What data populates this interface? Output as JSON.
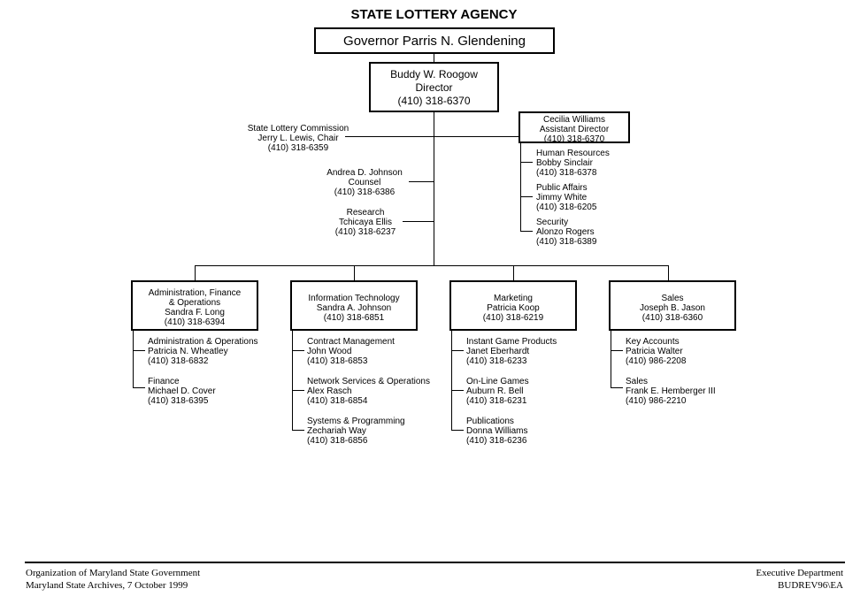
{
  "title": "STATE LOTTERY AGENCY",
  "governor": "Governor Parris N. Glendening",
  "director": {
    "name": "Buddy W. Roogow",
    "role": "Director",
    "phone": "(410) 318-6370"
  },
  "assistant": {
    "name": "Cecilia Williams",
    "role": "Assistant Director",
    "phone": "(410) 318-6370"
  },
  "commission": {
    "name": "State Lottery Commission",
    "person": "Jerry L. Lewis, Chair",
    "phone": "(410) 318-6359"
  },
  "counsel": {
    "name": "Andrea D. Johnson",
    "role": "Counsel",
    "phone": "(410) 318-6386"
  },
  "research": {
    "name": "Research",
    "person": "Tchicaya Ellis",
    "phone": "(410) 318-6237"
  },
  "assistant_units": [
    {
      "name": "Human Resources",
      "person": "Bobby Sinclair",
      "phone": "(410) 318-6378"
    },
    {
      "name": "Public Affairs",
      "person": "Jimmy White",
      "phone": "(410) 318-6205"
    },
    {
      "name": "Security",
      "person": "Alonzo Rogers",
      "phone": "(410) 318-6389"
    }
  ],
  "divisions": [
    {
      "name1": "Administration, Finance",
      "name2": "& Operations",
      "person": "Sandra F. Long",
      "phone": "(410) 318-6394",
      "units": [
        {
          "name": "Administration & Operations",
          "person": "Patricia N. Wheatley",
          "phone": "(410) 318-6832"
        },
        {
          "name": "Finance",
          "person": "Michael D. Cover",
          "phone": "(410) 318-6395"
        }
      ]
    },
    {
      "name1": "Information Technology",
      "person": "Sandra A. Johnson",
      "phone": "(410) 318-6851",
      "units": [
        {
          "name": "Contract Management",
          "person": "John Wood",
          "phone": "(410) 318-6853"
        },
        {
          "name": "Network Services & Operations",
          "person": "Alex Rasch",
          "phone": "(410) 318-6854"
        },
        {
          "name": "Systems & Programming",
          "person": "Zechariah Way",
          "phone": "(410) 318-6856"
        }
      ]
    },
    {
      "name1": "Marketing",
      "person": "Patricia Koop",
      "phone": "(410) 318-6219",
      "units": [
        {
          "name": "Instant Game Products",
          "person": "Janet Eberhardt",
          "phone": "(410) 318-6233"
        },
        {
          "name": "On-Line Games",
          "person": "Auburn R. Bell",
          "phone": "(410) 318-6231"
        },
        {
          "name": "Publications",
          "person": "Donna Williams",
          "phone": "(410) 318-6236"
        }
      ]
    },
    {
      "name1": "Sales",
      "person": "Joseph B. Jason",
      "phone": "(410) 318-6360",
      "units": [
        {
          "name": "Key Accounts",
          "person": "Patricia Walter",
          "phone": "(410) 986-2208"
        },
        {
          "name": "Sales",
          "person": "Frank E. Hemberger III",
          "phone": "(410) 986-2210"
        }
      ]
    }
  ],
  "footer": {
    "left1": "Organization of Maryland State Government",
    "left2": "Maryland State Archives, 7 October 1999",
    "right1": "Executive Department",
    "right2": "BUDREV96\\EA"
  }
}
